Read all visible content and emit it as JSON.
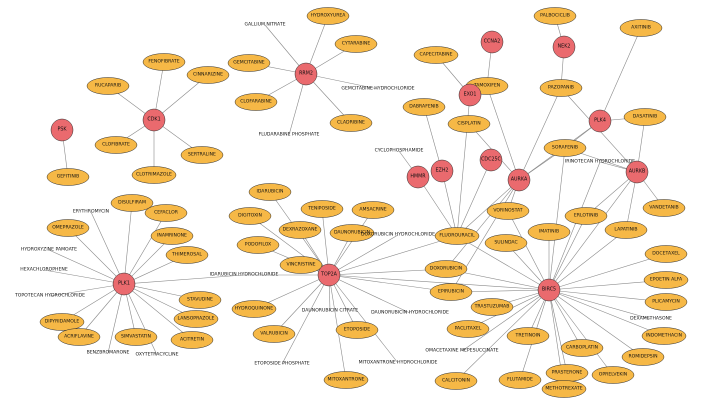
{
  "colors": {
    "gene": "#ea6a6e",
    "drug": "#f6b846",
    "edge": "#8a8a8a",
    "outline": "#2b2b2b"
  },
  "genes": [
    {
      "id": "PSK",
      "label": "PSK"
    },
    {
      "id": "CDK1",
      "label": "CDK1"
    },
    {
      "id": "RRM2",
      "label": "RRM2"
    },
    {
      "id": "PLK1",
      "label": "PLK1"
    },
    {
      "id": "TOP2A",
      "label": "TOP2A"
    },
    {
      "id": "HMMR",
      "label": "HMMR"
    },
    {
      "id": "EZH2",
      "label": "EZH2"
    },
    {
      "id": "EXO1",
      "label": "EXO1"
    },
    {
      "id": "CCNA2",
      "label": "CCNA2"
    },
    {
      "id": "CDC25C",
      "label": "CDC25C"
    },
    {
      "id": "AURKA",
      "label": "AURKA"
    },
    {
      "id": "NEK2",
      "label": "NEK2"
    },
    {
      "id": "PLK4",
      "label": "PLK4"
    },
    {
      "id": "AURKB",
      "label": "AURKB"
    },
    {
      "id": "BIRC5",
      "label": "BIRC5"
    }
  ],
  "drugs": [
    {
      "id": "GEFITINIB",
      "label": "GEFITINIB"
    },
    {
      "id": "FENOFIBRATE",
      "label": "FENOFIBRATE"
    },
    {
      "id": "RUCAPARIB",
      "label": "RUCAPARIB"
    },
    {
      "id": "CINNARIZINE",
      "label": "CINNARIZINE"
    },
    {
      "id": "CLOFIBRATE",
      "label": "CLOFIBRATE"
    },
    {
      "id": "SERTRALINE",
      "label": "SERTRALINE"
    },
    {
      "id": "CLOTRIMAZOLE",
      "label": "CLOTRIMAZOLE"
    },
    {
      "id": "GALLIUM_NITRATE",
      "label": "GALLIUM NITRATE"
    },
    {
      "id": "HYDROXYUREA",
      "label": "HYDROXYUREA"
    },
    {
      "id": "GEMCITABINE",
      "label": "GEMCITABINE"
    },
    {
      "id": "CYTARABINE",
      "label": "CYTARABINE"
    },
    {
      "id": "GEMCITABINE_HCL",
      "label": "GEMCITABINE HYDROCHLORIDE"
    },
    {
      "id": "CLOFARABINE",
      "label": "CLOFARABINE"
    },
    {
      "id": "CLADRIBINE",
      "label": "CLADRIBINE"
    },
    {
      "id": "FLUDARABINE_PHOSPHATE",
      "label": "FLUDARABINE PHOSPHATE"
    },
    {
      "id": "DISULFIRAM",
      "label": "DISULFIRAM"
    },
    {
      "id": "ERYTHROMYCIN",
      "label": "ERYTHROMYCIN"
    },
    {
      "id": "CEFACLOR",
      "label": "CEFACLOR"
    },
    {
      "id": "OMEPRAZOLE",
      "label": "OMEPRAZOLE"
    },
    {
      "id": "INAMRINONE",
      "label": "INAMRINONE"
    },
    {
      "id": "HYDROXYZINE_PAMOATE",
      "label": "HYDROXYZINE PAMOATE"
    },
    {
      "id": "THIMEROSAL",
      "label": "THIMEROSAL"
    },
    {
      "id": "HEXACHLOROPHENE",
      "label": "HEXACHLOROPHENE"
    },
    {
      "id": "TOPOTECAN_HCL",
      "label": "TOPOTECAN HYDROCHLORIDE"
    },
    {
      "id": "STAVUDINE",
      "label": "STAVUDINE"
    },
    {
      "id": "DIPYRIDAMOLE",
      "label": "DIPYRIDAMOLE"
    },
    {
      "id": "LANSOPRAZOLE",
      "label": "LANSOPRAZOLE"
    },
    {
      "id": "ACRIFLAVINE",
      "label": "ACRIFLAVINE"
    },
    {
      "id": "SIMVASTATIN",
      "label": "SIMVASTATIN"
    },
    {
      "id": "ACITRETIN",
      "label": "ACITRETIN"
    },
    {
      "id": "BENZBROMARONE",
      "label": "BENZBROMARONE"
    },
    {
      "id": "OXYTETRACYCLINE",
      "label": "OXYTETRACYCLINE"
    },
    {
      "id": "IDARUBICIN",
      "label": "IDARUBICIN"
    },
    {
      "id": "TENIPOSIDE",
      "label": "TENIPOSIDE"
    },
    {
      "id": "AMSACRINE",
      "label": "AMSACRINE"
    },
    {
      "id": "DIGITOXIN",
      "label": "DIGITOXIN"
    },
    {
      "id": "DEXRAZOXANE",
      "label": "DEXRAZOXANE"
    },
    {
      "id": "DAUNORUBICIN",
      "label": "DAUNORUBICIN"
    },
    {
      "id": "DOXORUBICIN_HCL",
      "label": "DOXORUBICIN HYDROCHLORIDE"
    },
    {
      "id": "PODOFILOX",
      "label": "PODOFILOX"
    },
    {
      "id": "VINCRISTINE",
      "label": "VINCRISTINE"
    },
    {
      "id": "IDARUBICIN_HCL",
      "label": "IDARUBICIN HYDROCHLORIDE"
    },
    {
      "id": "HYDROQUINONE",
      "label": "HYDROQUINONE"
    },
    {
      "id": "DAUNORUBICIN_CITRATE",
      "label": "DAUNORUBICIN CITRATE"
    },
    {
      "id": "DAUNORUBICIN_HCL",
      "label": "DAUNORUBICIN HYDROCHLORIDE"
    },
    {
      "id": "VALRUBICIN",
      "label": "VALRUBICIN"
    },
    {
      "id": "ETOPOSIDE",
      "label": "ETOPOSIDE"
    },
    {
      "id": "ETOPOSIDE_PHOSPHATE",
      "label": "ETOPOSIDE PHOSPHATE"
    },
    {
      "id": "MITOXANTRONE_HCL",
      "label": "MITOXANTRONE HYDROCHLORIDE"
    },
    {
      "id": "MITOXANTRONE",
      "label": "MITOXANTRONE"
    },
    {
      "id": "CYCLOPHOSPHAMIDE",
      "label": "CYCLOPHOSPHAMIDE"
    },
    {
      "id": "FLUOROURACIL",
      "label": "FLUOROURACIL"
    },
    {
      "id": "DOXORUBICIN",
      "label": "DOXORUBICIN"
    },
    {
      "id": "EPIRUBICIN",
      "label": "EPIRUBICIN"
    },
    {
      "id": "CAPECITABINE",
      "label": "CAPECITABINE"
    },
    {
      "id": "DABRAFENIB",
      "label": "DABRAFENIB"
    },
    {
      "id": "TAMOXIFEN",
      "label": "TAMOXIFEN"
    },
    {
      "id": "CISPLATIN",
      "label": "CISPLATIN"
    },
    {
      "id": "PALBOCICLIB",
      "label": "PALBOCICLIB"
    },
    {
      "id": "AXITINIB",
      "label": "AXITINIB"
    },
    {
      "id": "PAZOPANIB",
      "label": "PAZOPANIB"
    },
    {
      "id": "DASATINIB",
      "label": "DASATINIB"
    },
    {
      "id": "SORAFENIB",
      "label": "SORAFENIB"
    },
    {
      "id": "IRINOTECAN_HCL",
      "label": "IRINOTECAN HYDROCHLORIDE"
    },
    {
      "id": "VANDETANIB",
      "label": "VANDETANIB"
    },
    {
      "id": "VORINOSTAT",
      "label": "VORINOSTAT"
    },
    {
      "id": "SULINDAC",
      "label": "SULINDAC"
    },
    {
      "id": "ERLOTINIB",
      "label": "ERLOTINIB"
    },
    {
      "id": "IMATINIB",
      "label": "IMATINIB"
    },
    {
      "id": "LAPATINIB",
      "label": "LAPATINIB"
    },
    {
      "id": "DOCETAXEL",
      "label": "DOCETAXEL"
    },
    {
      "id": "EPOETIN_ALFA",
      "label": "EPOETIN ALFA"
    },
    {
      "id": "PLICAMYCIN",
      "label": "PLICAMYCIN"
    },
    {
      "id": "DEXAMETHASONE",
      "label": "DEXAMETHASONE"
    },
    {
      "id": "INDOMETHACIN",
      "label": "INDOMETHACIN"
    },
    {
      "id": "ROMIDEPSIN",
      "label": "ROMIDEPSIN"
    },
    {
      "id": "OPRELVEKIN",
      "label": "OPRELVEKIN"
    },
    {
      "id": "CARBOPLATIN",
      "label": "CARBOPLATIN"
    },
    {
      "id": "TRETINOIN",
      "label": "TRETINOIN"
    },
    {
      "id": "TRASTUZUMAB",
      "label": "TRASTUZUMAB"
    },
    {
      "id": "PACLITAXEL",
      "label": "PACLITAXEL"
    },
    {
      "id": "OMACETAXINE",
      "label": "OMACETAXINE MEPESUCCINATE"
    },
    {
      "id": "PRASTERONE",
      "label": "PRASTERONE"
    },
    {
      "id": "FLUTAMIDE",
      "label": "FLUTAMIDE"
    },
    {
      "id": "METHOTREXATE",
      "label": "METHOTREXATE"
    },
    {
      "id": "CALCITONIN",
      "label": "CALCITONIN"
    }
  ],
  "edges": [
    [
      "PSK",
      "GEFITINIB"
    ],
    [
      "CDK1",
      "FENOFIBRATE"
    ],
    [
      "CDK1",
      "RUCAPARIB"
    ],
    [
      "CDK1",
      "CINNARIZINE"
    ],
    [
      "CDK1",
      "CLOFIBRATE"
    ],
    [
      "CDK1",
      "SERTRALINE"
    ],
    [
      "CDK1",
      "CLOTRIMAZOLE"
    ],
    [
      "RRM2",
      "GALLIUM_NITRATE"
    ],
    [
      "RRM2",
      "HYDROXYUREA"
    ],
    [
      "RRM2",
      "GEMCITABINE"
    ],
    [
      "RRM2",
      "CYTARABINE"
    ],
    [
      "RRM2",
      "GEMCITABINE_HCL"
    ],
    [
      "RRM2",
      "CLOFARABINE"
    ],
    [
      "RRM2",
      "CLADRIBINE"
    ],
    [
      "RRM2",
      "FLUDARABINE_PHOSPHATE"
    ],
    [
      "PLK1",
      "DISULFIRAM"
    ],
    [
      "PLK1",
      "ERYTHROMYCIN"
    ],
    [
      "PLK1",
      "CEFACLOR"
    ],
    [
      "PLK1",
      "OMEPRAZOLE"
    ],
    [
      "PLK1",
      "INAMRINONE"
    ],
    [
      "PLK1",
      "HYDROXYZINE_PAMOATE"
    ],
    [
      "PLK1",
      "THIMEROSAL"
    ],
    [
      "PLK1",
      "HEXACHLOROPHENE"
    ],
    [
      "PLK1",
      "TOPOTECAN_HCL"
    ],
    [
      "PLK1",
      "STAVUDINE"
    ],
    [
      "PLK1",
      "DIPYRIDAMOLE"
    ],
    [
      "PLK1",
      "LANSOPRAZOLE"
    ],
    [
      "PLK1",
      "ACRIFLAVINE"
    ],
    [
      "PLK1",
      "SIMVASTATIN"
    ],
    [
      "PLK1",
      "ACITRETIN"
    ],
    [
      "PLK1",
      "BENZBROMARONE"
    ],
    [
      "PLK1",
      "OXYTETRACYCLINE"
    ],
    [
      "PLK1",
      "IDARUBICIN_HCL"
    ],
    [
      "TOP2A",
      "IDARUBICIN"
    ],
    [
      "TOP2A",
      "TENIPOSIDE"
    ],
    [
      "TOP2A",
      "AMSACRINE"
    ],
    [
      "TOP2A",
      "DIGITOXIN"
    ],
    [
      "TOP2A",
      "DEXRAZOXANE"
    ],
    [
      "TOP2A",
      "DAUNORUBICIN"
    ],
    [
      "TOP2A",
      "DOXORUBICIN_HCL"
    ],
    [
      "TOP2A",
      "PODOFILOX"
    ],
    [
      "TOP2A",
      "VINCRISTINE"
    ],
    [
      "TOP2A",
      "IDARUBICIN_HCL"
    ],
    [
      "TOP2A",
      "HYDROQUINONE"
    ],
    [
      "TOP2A",
      "DAUNORUBICIN_CITRATE"
    ],
    [
      "TOP2A",
      "DAUNORUBICIN_HCL"
    ],
    [
      "TOP2A",
      "VALRUBICIN"
    ],
    [
      "TOP2A",
      "ETOPOSIDE"
    ],
    [
      "TOP2A",
      "ETOPOSIDE_PHOSPHATE"
    ],
    [
      "TOP2A",
      "MITOXANTRONE_HCL"
    ],
    [
      "TOP2A",
      "MITOXANTRONE"
    ],
    [
      "TOP2A",
      "FLUOROURACIL"
    ],
    [
      "TOP2A",
      "DOXORUBICIN"
    ],
    [
      "TOP2A",
      "EPIRUBICIN"
    ],
    [
      "TOP2A",
      "BIRC5"
    ],
    [
      "HMMR",
      "CYCLOPHOSPHAMIDE"
    ],
    [
      "HMMR",
      "FLUOROURACIL"
    ],
    [
      "EZH2",
      "DABRAFENIB"
    ],
    [
      "EZH2",
      "FLUOROURACIL"
    ],
    [
      "EXO1",
      "CAPECITABINE"
    ],
    [
      "EXO1",
      "FLUOROURACIL"
    ],
    [
      "CCNA2",
      "TAMOXIFEN"
    ],
    [
      "CDC25C",
      "FLUOROURACIL"
    ],
    [
      "AURKA",
      "TAMOXIFEN"
    ],
    [
      "AURKA",
      "CISPLATIN"
    ],
    [
      "AURKA",
      "FLUOROURACIL"
    ],
    [
      "AURKA",
      "SORAFENIB"
    ],
    [
      "AURKA",
      "PAZOPANIB"
    ],
    [
      "AURKA",
      "VORINOSTAT"
    ],
    [
      "AURKA",
      "DOXORUBICIN"
    ],
    [
      "AURKA",
      "EPIRUBICIN"
    ],
    [
      "AURKA",
      "PLK4"
    ],
    [
      "NEK2",
      "PALBOCICLIB"
    ],
    [
      "NEK2",
      "PAZOPANIB"
    ],
    [
      "PLK4",
      "AXITINIB"
    ],
    [
      "PLK4",
      "DASATINIB"
    ],
    [
      "PLK4",
      "SORAFENIB"
    ],
    [
      "AURKB",
      "PAZOPANIB"
    ],
    [
      "AURKB",
      "DASATINIB"
    ],
    [
      "AURKB",
      "SORAFENIB"
    ],
    [
      "AURKB",
      "IRINOTECAN_HCL"
    ],
    [
      "AURKB",
      "VANDETANIB"
    ],
    [
      "AURKB",
      "ERLOTINIB"
    ],
    [
      "AURKB",
      "LAPATINIB"
    ],
    [
      "AURKB",
      "BIRC5"
    ],
    [
      "BIRC5",
      "FLUOROURACIL"
    ],
    [
      "BIRC5",
      "DOXORUBICIN"
    ],
    [
      "BIRC5",
      "EPIRUBICIN"
    ],
    [
      "BIRC5",
      "VORINOSTAT"
    ],
    [
      "BIRC5",
      "SULINDAC"
    ],
    [
      "BIRC5",
      "ERLOTINIB"
    ],
    [
      "BIRC5",
      "IMATINIB"
    ],
    [
      "BIRC5",
      "LAPATINIB"
    ],
    [
      "BIRC5",
      "DOCETAXEL"
    ],
    [
      "BIRC5",
      "EPOETIN_ALFA"
    ],
    [
      "BIRC5",
      "PLICAMYCIN"
    ],
    [
      "BIRC5",
      "DEXAMETHASONE"
    ],
    [
      "BIRC5",
      "INDOMETHACIN"
    ],
    [
      "BIRC5",
      "ROMIDEPSIN"
    ],
    [
      "BIRC5",
      "OPRELVEKIN"
    ],
    [
      "BIRC5",
      "CARBOPLATIN"
    ],
    [
      "BIRC5",
      "TRETINOIN"
    ],
    [
      "BIRC5",
      "TRASTUZUMAB"
    ],
    [
      "BIRC5",
      "PACLITAXEL"
    ],
    [
      "BIRC5",
      "OMACETAXINE"
    ],
    [
      "BIRC5",
      "PRASTERONE"
    ],
    [
      "BIRC5",
      "FLUTAMIDE"
    ],
    [
      "BIRC5",
      "METHOTREXATE"
    ],
    [
      "BIRC5",
      "CALCITONIN"
    ],
    [
      "BIRC5",
      "IRINOTECAN_HCL"
    ],
    [
      "BIRC5",
      "SORAFENIB"
    ]
  ]
}
